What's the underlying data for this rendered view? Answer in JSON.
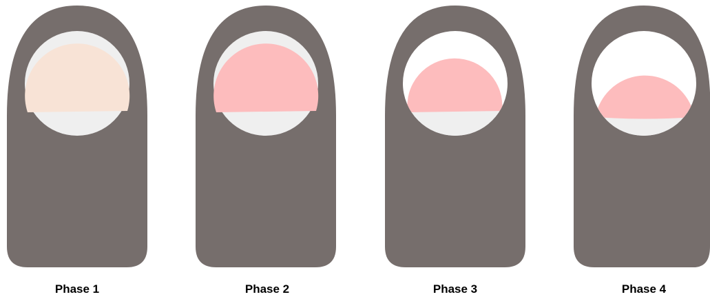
{
  "phases": [
    {
      "label": "Phase 1"
    },
    {
      "label": "Phase 2"
    },
    {
      "label": "Phase 3"
    },
    {
      "label": "Phase 4"
    }
  ],
  "colors": {
    "finger": "#766e6c",
    "nail_plate_phase1": "#f8e3d6",
    "nail_plate_pink": "#fdbcbd",
    "free_edge": "#efefef",
    "background": "#ffffff"
  }
}
